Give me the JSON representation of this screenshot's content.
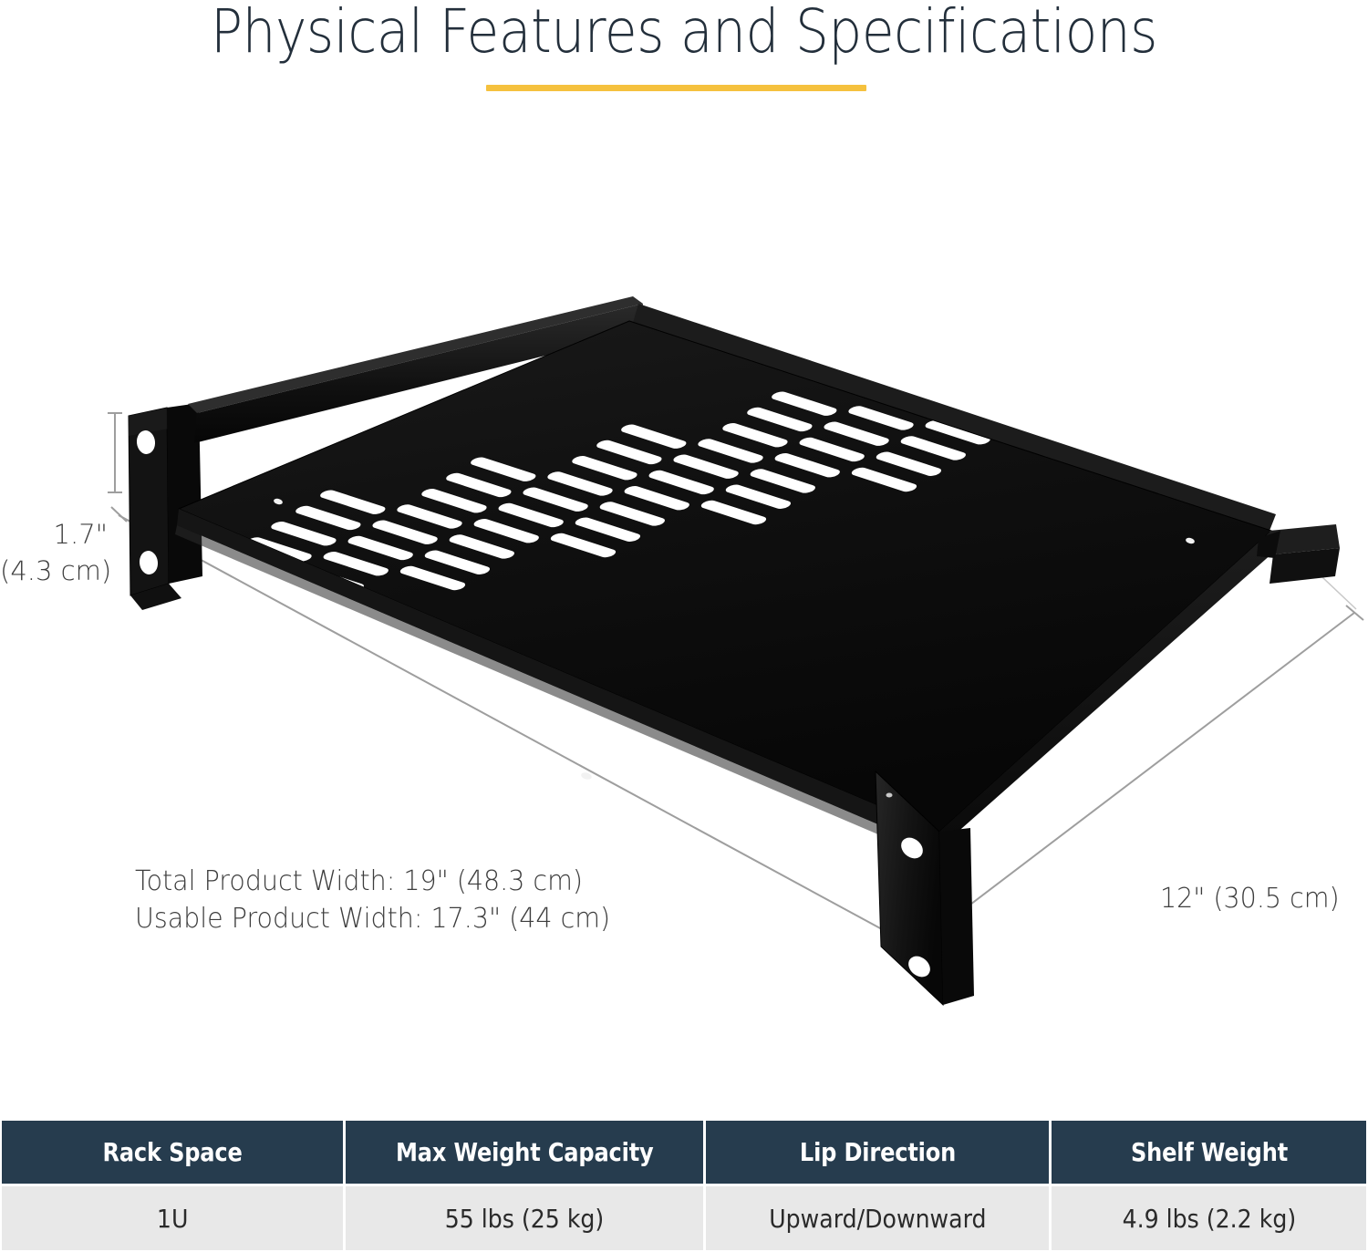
{
  "header": {
    "title": "Physical Features and Specifications",
    "accent_color": "#f5c13e",
    "title_color": "#232f3b"
  },
  "product_image": {
    "description": "Black 1U vented rack shelf shown in three-quarter perspective with mounting brackets",
    "body_color": "#0d0d0d",
    "dimension_line_color": "#9a9a9a"
  },
  "dimensions": {
    "height": {
      "imperial": "1.7\"",
      "metric": "(4.3 cm)"
    },
    "width_total": "Total Product Width: 19\" (48.3 cm)",
    "width_usable": "Usable Product Width: 17.3\" (44 cm)",
    "depth": "12\" (30.5 cm)"
  },
  "spec_table": {
    "header_bg": "#263c4e",
    "row_bg": "#e8e8e8",
    "columns": [
      "Rack Space",
      "Max Weight Capacity",
      "Lip Direction",
      "Shelf Weight"
    ],
    "rows": [
      [
        "1U",
        "55 lbs (25 kg)",
        "Upward/Downward",
        "4.9 lbs (2.2 kg)"
      ]
    ]
  }
}
